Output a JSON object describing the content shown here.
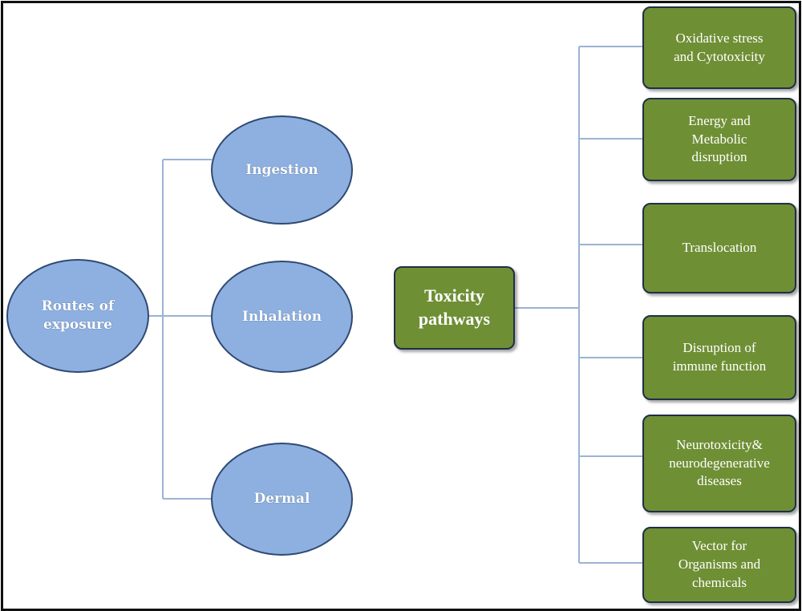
{
  "diagram": {
    "routes": {
      "root": "Routes of\nexposure",
      "items": [
        "Ingestion",
        "Inhalation",
        "Dermal"
      ]
    },
    "pathways": {
      "root": "Toxicity\npathways",
      "items": [
        "Oxidative stress\nand Cytotoxicity",
        "Energy and\nMetabolic\ndisruption",
        "Translocation",
        "Disruption of\nimmune function",
        "Neurotoxicity&\nneurodegenerative\ndiseases",
        "Vector for\nOrganisms and\nchemicals"
      ]
    }
  },
  "colors": {
    "ellipse_fill": "#8eb0e0",
    "ellipse_border": "#2f4a73",
    "box_fill": "#6f8f35",
    "box_border": "#1f2f45",
    "connector": "#9bb3d4"
  }
}
